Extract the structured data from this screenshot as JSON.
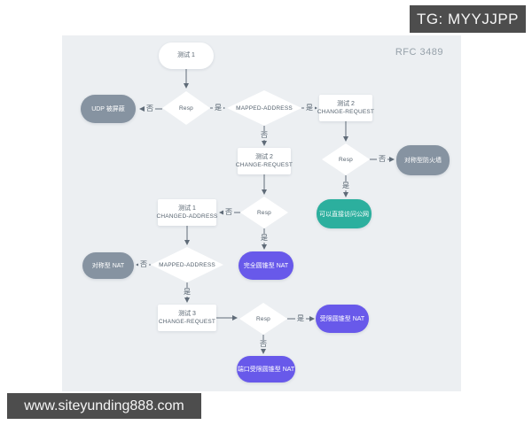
{
  "overlays": {
    "tg_badge": "TG: MYYJJPP",
    "watermark": "www.siteyunding888.com"
  },
  "diagram": {
    "title": "RFC 3489",
    "labels": {
      "yes": "是",
      "no": "否"
    },
    "nodes": {
      "test1_start": "测试 1",
      "resp": "Resp",
      "udp_blocked": "UDP 被屏蔽",
      "mapped_address": "MAPPED-ADDRESS",
      "test2_line1": "测试 2",
      "test2_line2": "CHANGE-REQUEST",
      "sym_firewall": "对称型防火墙",
      "open_internet": "可以直接访问公网",
      "test1_changed_line1": "测试 1",
      "test1_changed_line2": "CHANGED-ADDRESS",
      "full_cone": "完全圆锥型 NAT",
      "sym_nat": "对称型 NAT",
      "test3_line1": "测试 3",
      "test3_line2": "CHANGE-REQUEST",
      "restricted_cone": "受限圆锥型 NAT",
      "port_restricted": "端口受限圆锥型 NAT"
    },
    "colors": {
      "canvas_background": "#eceff2",
      "gray_node": "#8693a1",
      "teal_node": "#2caf9e",
      "purple_node": "#6859ea",
      "line": "#5f6b78",
      "badge_background": "#4d4d4d"
    }
  }
}
